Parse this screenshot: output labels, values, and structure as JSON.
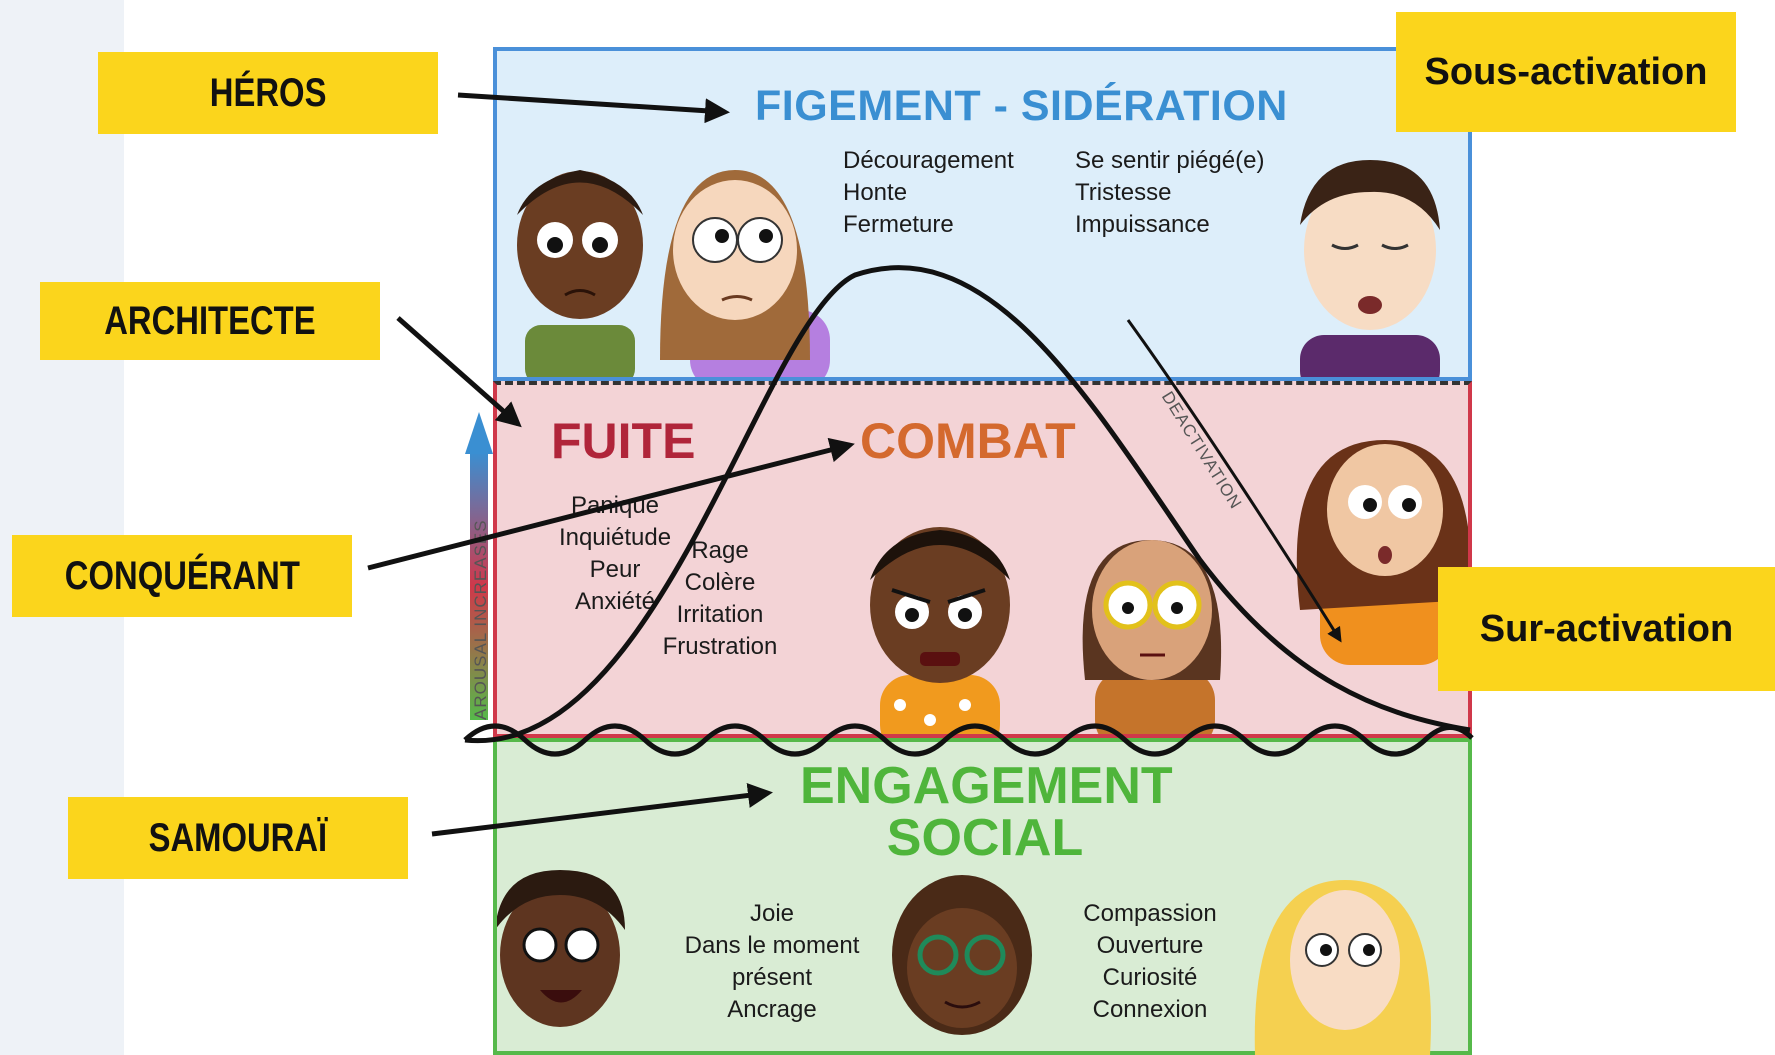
{
  "zones": {
    "under": {
      "title": "FIGEMENT - SIDÉRATION",
      "emotions_left": [
        "Découragement",
        "Honte",
        "Fermeture"
      ],
      "emotions_right": [
        "Se sentir piégé(e)",
        "Tristesse",
        "Impuissance"
      ]
    },
    "over": {
      "title_flight": "FUITE",
      "title_fight": "COMBAT",
      "emotions_flight": [
        "Panique",
        "Inquiétude",
        "Peur",
        "Anxiété"
      ],
      "emotions_fight": [
        "Rage",
        "Colère",
        "Irritation",
        "Frustration"
      ]
    },
    "social": {
      "title_line1": "ENGAGEMENT",
      "title_line2": "SOCIAL",
      "emotions_left": [
        "Joie",
        "Dans le moment",
        "présent",
        "Ancrage"
      ],
      "emotions_right": [
        "Compassion",
        "Ouverture",
        "Curiosité",
        "Connexion"
      ]
    }
  },
  "axis": {
    "arousal_label": "AROUSAL INCREASES",
    "deactivation_label": "DEACTIVATION"
  },
  "labels": {
    "heros": "HÉROS",
    "architecte": "ARCHITECTE",
    "conquerant": "CONQUÉRANT",
    "samourai": "SAMOURAÏ",
    "sous_activation": "Sous-activation",
    "sur_activation": "Sur-activation"
  },
  "colors": {
    "under_bg": "#ddeefa",
    "under_accent": "#3a8fd2",
    "over_bg": "#f3d3d6",
    "flight_accent": "#b0253a",
    "fight_accent": "#d4692e",
    "social_bg": "#d9ecd4",
    "social_accent": "#4fb53b",
    "label_yellow": "#fbd51c"
  }
}
